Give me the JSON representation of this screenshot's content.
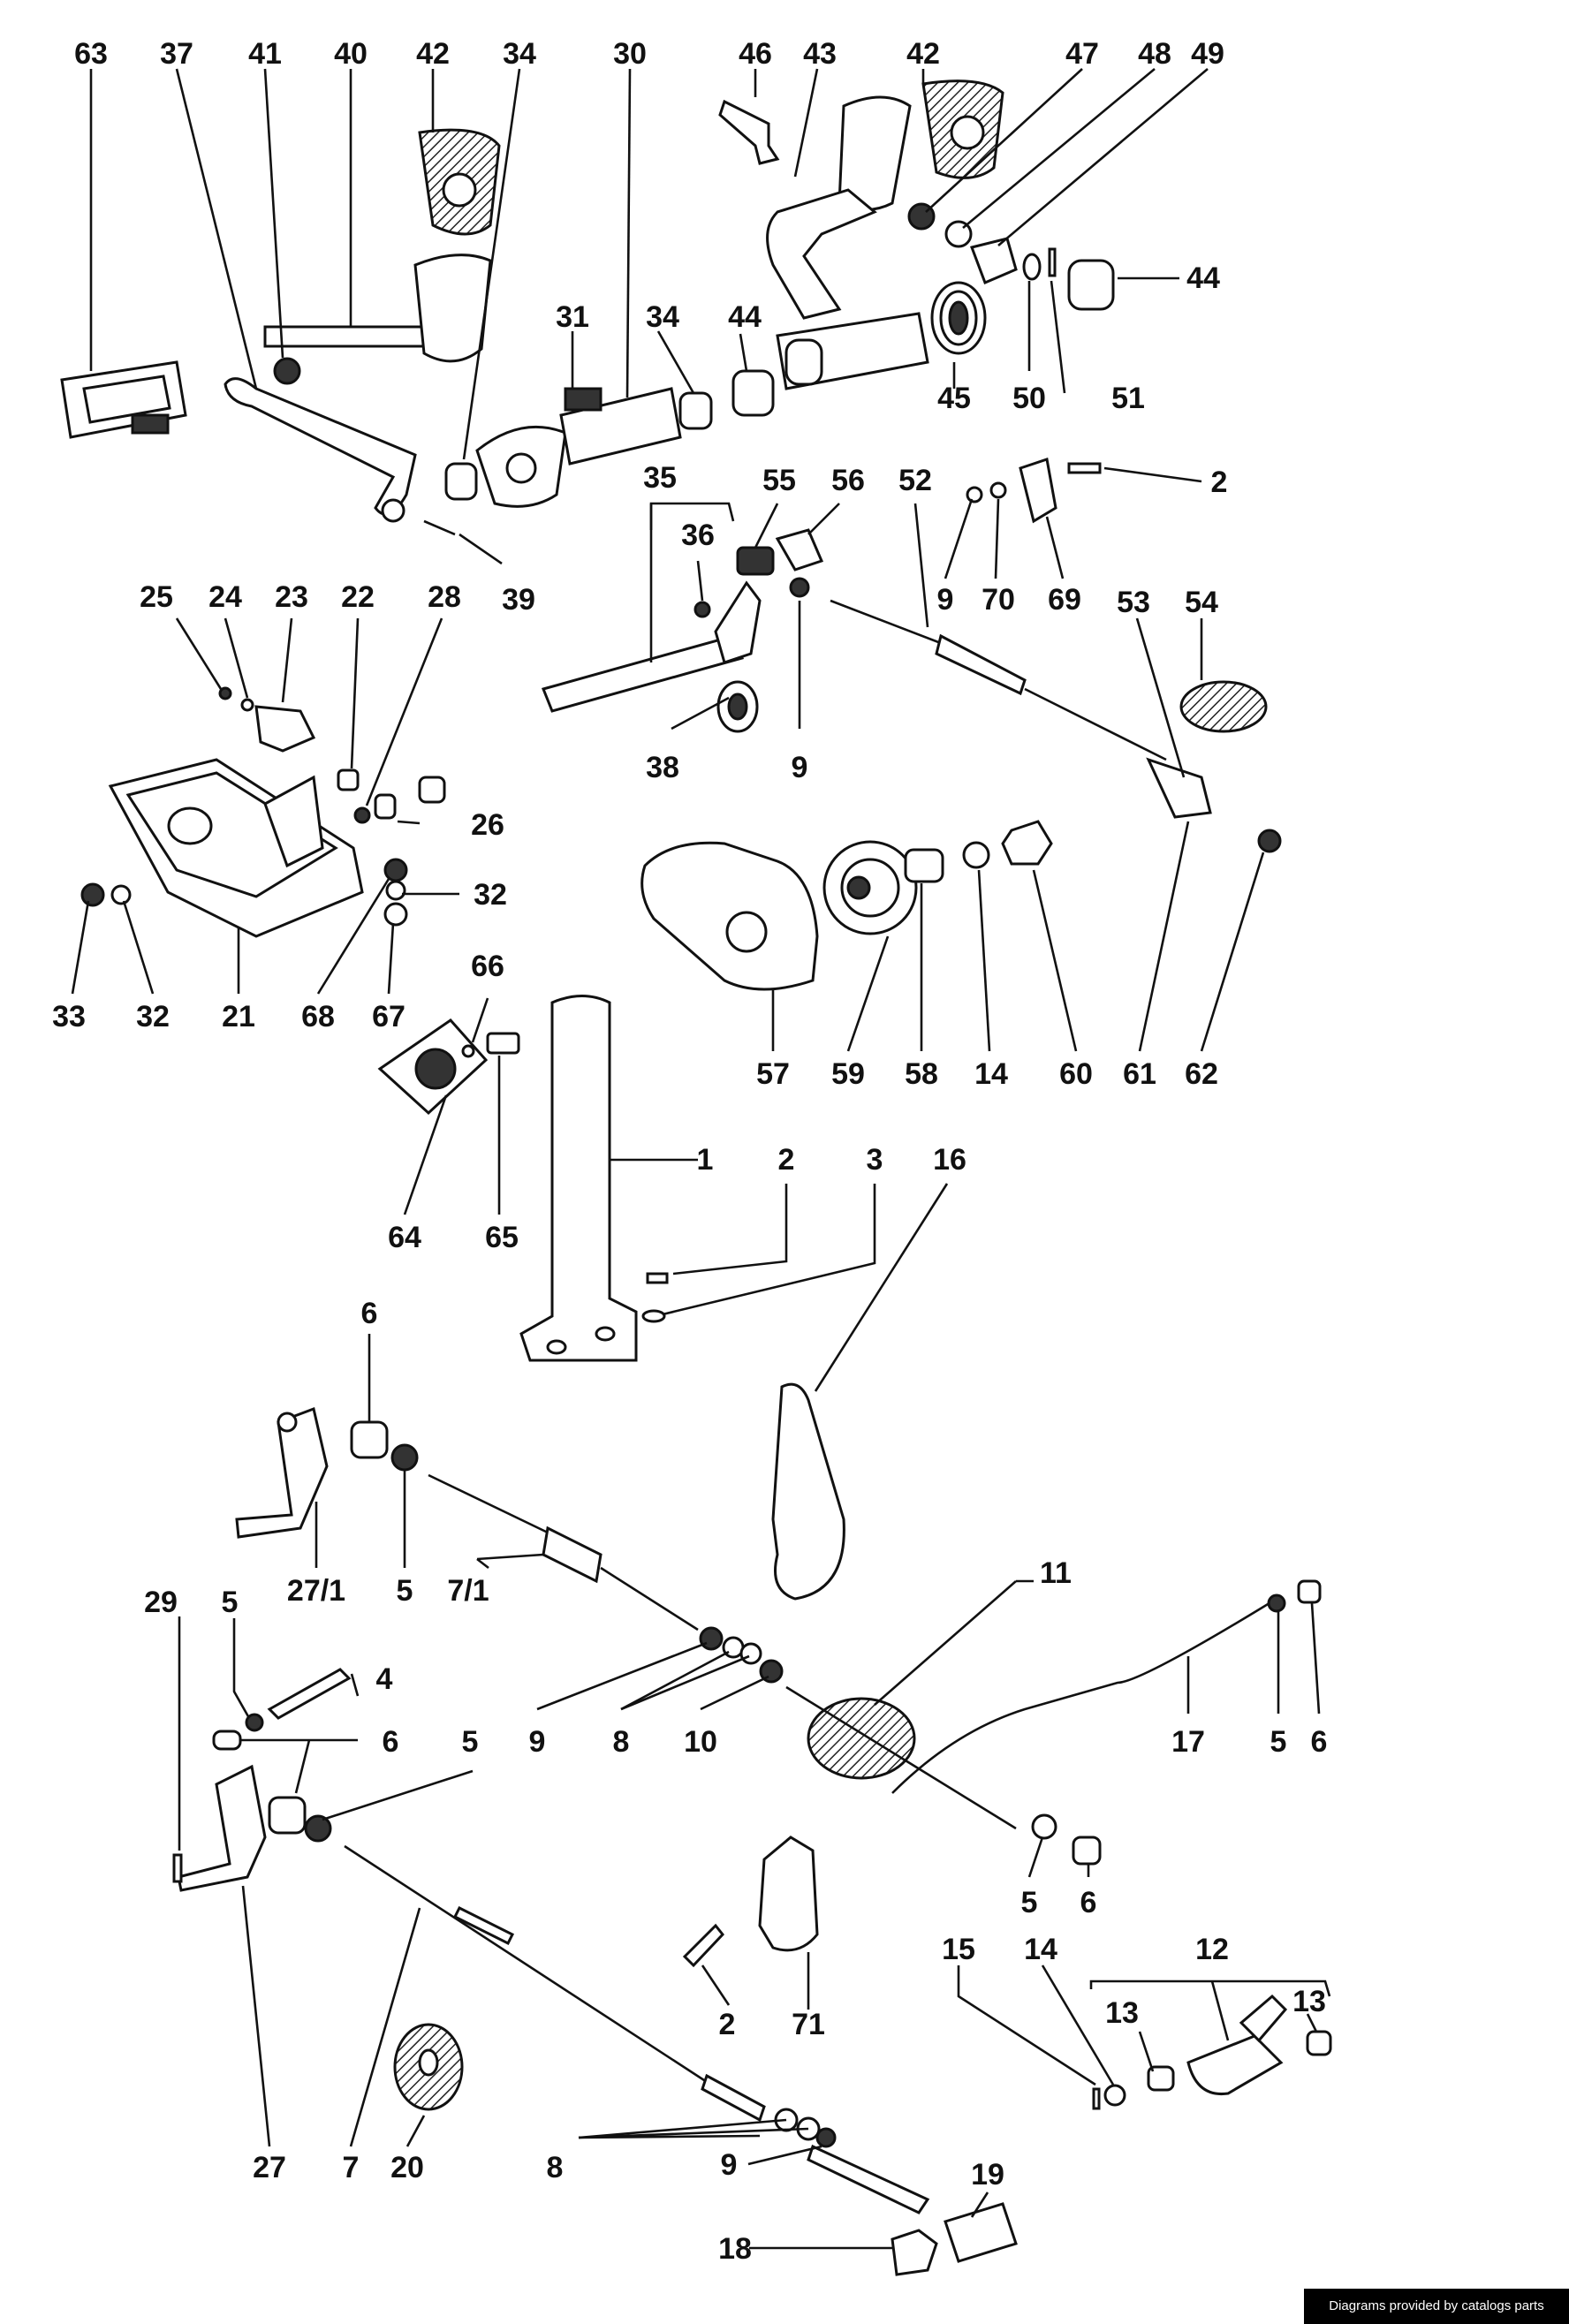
{
  "labels": [
    "63",
    "37",
    "41",
    "40",
    "42",
    "34",
    "30",
    "46",
    "43",
    "42",
    "47",
    "48",
    "49",
    "31",
    "34",
    "44",
    "44",
    "45",
    "50",
    "51",
    "35",
    "55",
    "56",
    "52",
    "2",
    "36",
    "9",
    "70",
    "69",
    "53",
    "54",
    "39",
    "25",
    "24",
    "23",
    "22",
    "28",
    "38",
    "9",
    "26",
    "32",
    "33",
    "32",
    "21",
    "68",
    "67",
    "66",
    "57",
    "59",
    "58",
    "14",
    "60",
    "61",
    "62",
    "64",
    "65",
    "1",
    "2",
    "3",
    "16",
    "6",
    "27/1",
    "5",
    "7/1",
    "11",
    "29",
    "5",
    "4",
    "6",
    "5",
    "9",
    "8",
    "10",
    "17",
    "5",
    "6",
    "5",
    "6",
    "15",
    "14",
    "12",
    "13",
    "13",
    "2",
    "71",
    "27",
    "7",
    "20",
    "8",
    "9",
    "19",
    "18"
  ],
  "credit": "Diagrams provided by catalogs parts"
}
